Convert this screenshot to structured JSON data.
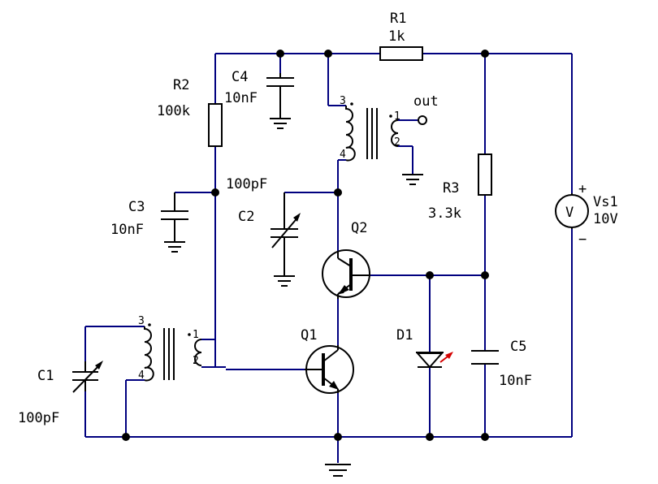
{
  "components": {
    "R1": {
      "ref": "R1",
      "value": "1k"
    },
    "R2": {
      "ref": "R2",
      "value": "100k"
    },
    "R3": {
      "ref": "R3",
      "value": "3.3k"
    },
    "C1": {
      "ref": "C1",
      "value": "100pF"
    },
    "C2": {
      "ref": "C2",
      "value": "100pF"
    },
    "C3": {
      "ref": "C3",
      "value": "10nF"
    },
    "C4": {
      "ref": "C4",
      "value": "10nF"
    },
    "C5": {
      "ref": "C5",
      "value": "10nF"
    },
    "Q1": {
      "ref": "Q1"
    },
    "Q2": {
      "ref": "Q2"
    },
    "D1": {
      "ref": "D1"
    },
    "Vs1": {
      "ref": "Vs1",
      "value": "10V",
      "plus": "+",
      "minus": "−",
      "symbol": "V"
    },
    "out": {
      "label": "out"
    }
  },
  "transformer_pins": {
    "p1": "1",
    "p2": "2",
    "p3": "3",
    "p4": "4"
  },
  "colors": {
    "wire": "#00007f",
    "component": "#000000",
    "led_arrow": "#d40000"
  }
}
